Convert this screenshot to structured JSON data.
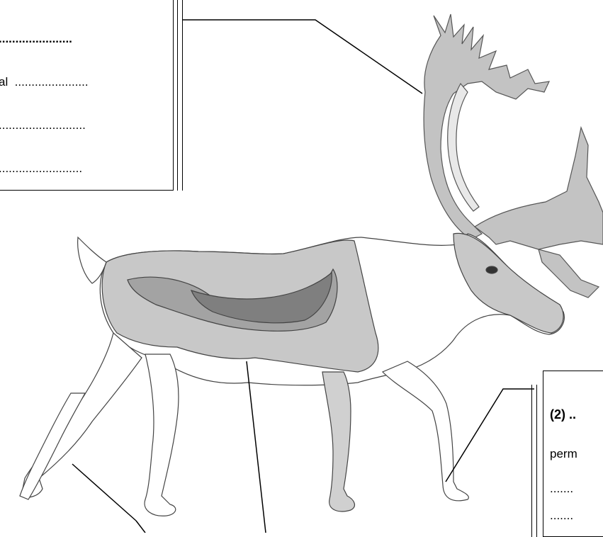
{
  "box1": {
    "line0": "......................",
    "line1": "al  ......................",
    "line2": "..........................",
    "line3": "........................."
  },
  "box2": {
    "title": "(2) ..",
    "line1": "perm",
    "line2": ".......",
    "line3": "......."
  },
  "colors": {
    "body_light": "#c8c8c8",
    "body_dark": "#a3a3a3",
    "body_darker": "#7f7f7f",
    "outline": "#000000"
  }
}
